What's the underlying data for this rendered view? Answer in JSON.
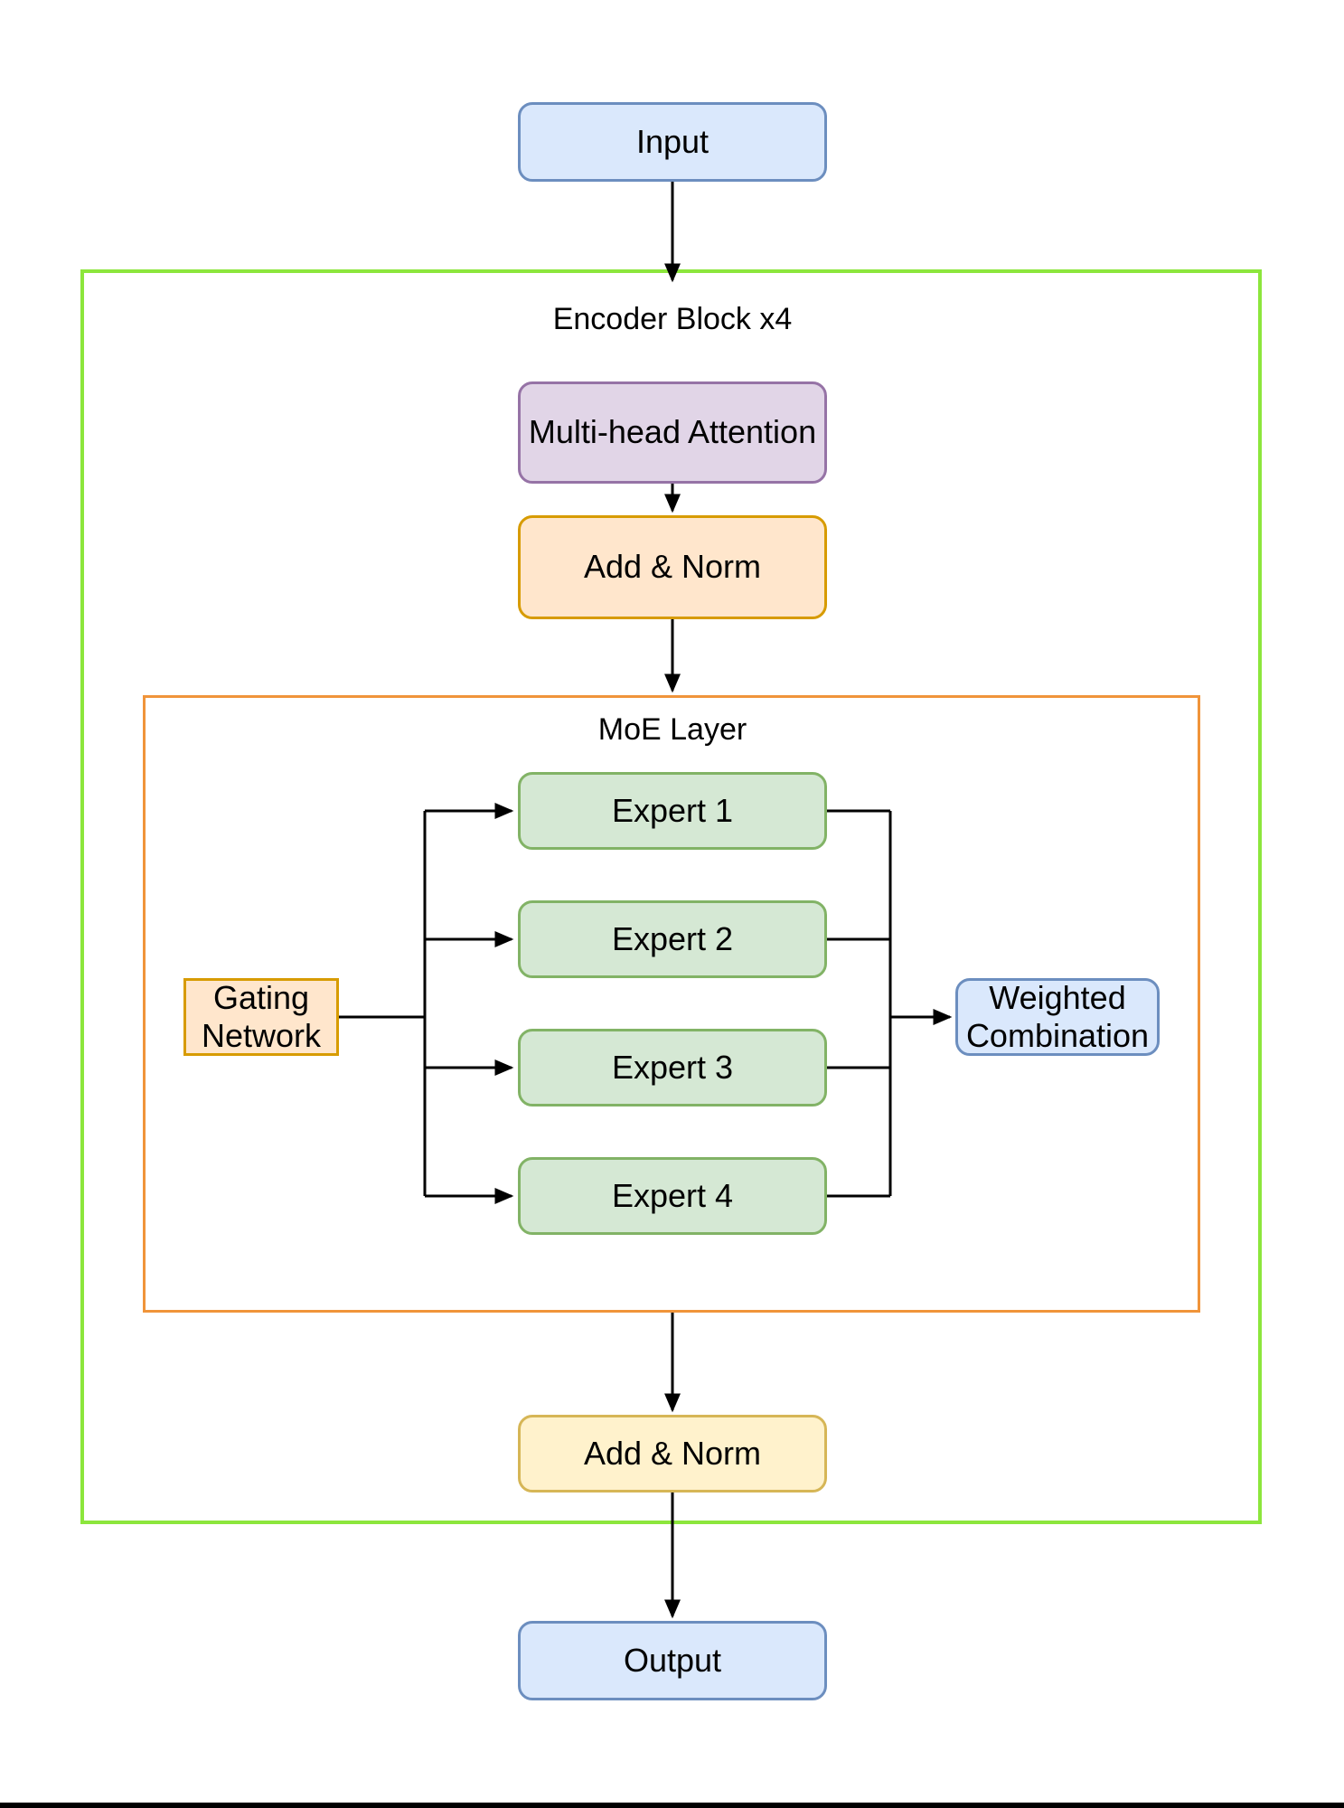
{
  "diagram": {
    "nodes": {
      "input": {
        "label": "Input",
        "fill": "#dae8fc",
        "border": "#6c8ebf"
      },
      "multi_head_attention": {
        "label": "Multi-head Attention",
        "fill": "#e1d5e7",
        "border": "#9673a6"
      },
      "add_norm_top": {
        "label": "Add & Norm",
        "fill": "#ffe6cc",
        "border": "#d79b00"
      },
      "gating_network": {
        "label": "Gating Network",
        "fill": "#ffe6cc",
        "border": "#d79b00"
      },
      "experts": [
        {
          "label": "Expert 1"
        },
        {
          "label": "Expert 2"
        },
        {
          "label": "Expert 3"
        },
        {
          "label": "Expert 4"
        }
      ],
      "expert_style": {
        "fill": "#d5e8d4",
        "border": "#82b366"
      },
      "weighted_combination": {
        "label": "Weighted Combination",
        "fill": "#dae8fc",
        "border": "#6c8ebf"
      },
      "add_norm_bottom": {
        "label": "Add & Norm",
        "fill": "#fff2cc",
        "border": "#d6b656"
      },
      "output": {
        "label": "Output",
        "fill": "#dae8fc",
        "border": "#6c8ebf"
      }
    },
    "containers": {
      "encoder_block": {
        "label": "Encoder Block x4",
        "border": "#8ce63c"
      },
      "moe_layer": {
        "label": "MoE Layer",
        "border": "#f0943a"
      }
    },
    "connector_color": "#000000"
  }
}
